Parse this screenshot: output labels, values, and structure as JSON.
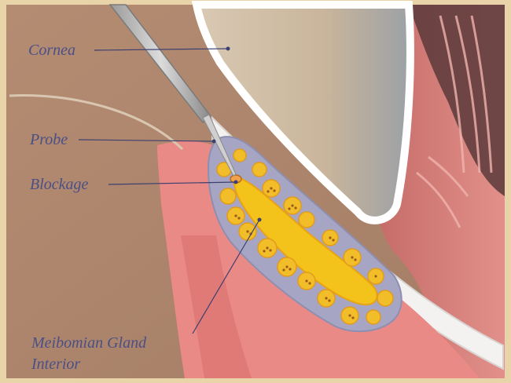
{
  "labels": {
    "cornea": "Cornea",
    "probe": "Probe",
    "blockage": "Blockage",
    "gland_line1": "Meibomian Gland",
    "gland_line2": "Interior"
  },
  "colors": {
    "label_text": "#4a4f86",
    "leader_line": "#3c3f70",
    "skin_pink": "#e98a86",
    "gland_gray": "#a7a7c2",
    "gland_yellow": "#f3c51c",
    "cornea_white": "#ffffff",
    "tan_background": "#b08970",
    "paper_frame": "#e8d4a8"
  }
}
